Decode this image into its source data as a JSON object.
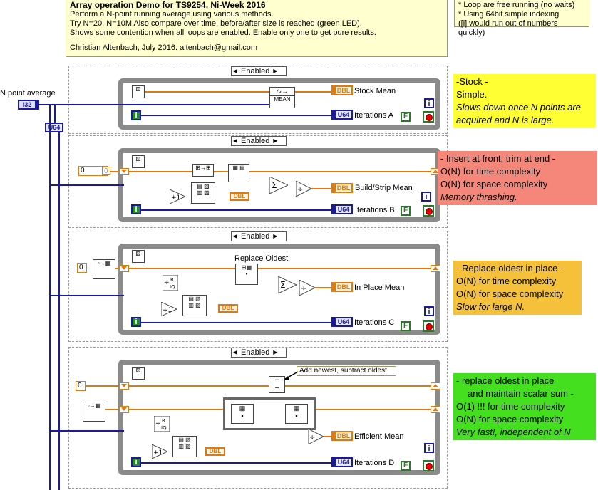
{
  "header_note": {
    "title": "Array operation Demo for TS9254, Ni-Week 2016",
    "lines": [
      "Perform a N-point running average using various methods.",
      "Try N=20, N=10M Also compare over time, before/after size is reached (green LED).",
      "Shows some contention when all loops are enabled. Enable only one to get pure results."
    ],
    "author": "Christian Altenbach, July 2016. altenbach@gmail.com"
  },
  "side_note": {
    "lines": [
      "* Loop are free running (no waits)",
      "* Using 64bit simple indexing",
      "([i] would run out of numbers quickly)"
    ]
  },
  "control": {
    "label": "N point average",
    "type_i32": "I32",
    "type_u64": "U64"
  },
  "cases": [
    {
      "selector": "Enabled",
      "mean_type": "DBL",
      "mean_label": "Stock Mean",
      "node_label": "MEAN",
      "iter_type": "U64",
      "iter_label": "Iterations A",
      "desc": {
        "title": "-Stock -",
        "line1": "Simple.",
        "italic1": "Slows down once N points are",
        "italic2": "acquired and N is large.",
        "color": "#ffff33"
      }
    },
    {
      "selector": "Enabled",
      "init_value": "0",
      "init_value2": "0",
      "mean_type": "DBL",
      "mean_label": "Build/Strip Mean",
      "to_dbl": "DBL",
      "inc": "+1",
      "iter_type": "U64",
      "iter_label": "Iterations B",
      "desc": {
        "title": "- Insert at front, trim at end -",
        "line1": "O(N) for time complexity",
        "line2": "O(N) for space complexity",
        "italic1": "Memory thrashing.",
        "color": "#f4877a"
      }
    },
    {
      "selector": "Enabled",
      "init_value": "0",
      "node_title": "Replace Oldest",
      "mean_type": "DBL",
      "mean_label": "In Place Mean",
      "to_dbl": "DBL",
      "inc": "+1",
      "iter_type": "U64",
      "iter_label": "Iterations C",
      "desc": {
        "title": "- Replace oldest in place -",
        "line1": "O(N) for time complexity",
        "line2": "O(N) for space complexity",
        "italic1": "Slow for large N.",
        "color": "#f5c03a"
      }
    },
    {
      "selector": "Enabled",
      "init_value": "0",
      "annotation": "Add newest, subtract oldest",
      "mean_type": "DBL",
      "mean_label": "Efficient Mean",
      "to_dbl": "DBL",
      "inc": "+1",
      "iter_type": "U64",
      "iter_label": "Iterations D",
      "desc": {
        "title": "- replace oldest in place",
        "title2": "and maintain scalar sum -",
        "line1": "O(1) !!! for time complexity",
        "line2": "O(N) for space complexity",
        "italic1": "Very fast!, independent of N",
        "color": "#44e020"
      }
    }
  ],
  "iter_glyph": "i",
  "stop_const": "F",
  "sum_glyph": "Σ",
  "div_glyph": "÷",
  "remainder": "R",
  "quotient": "IQ",
  "colors": {
    "orange_wire": "#e07a10",
    "blue_wire": "#1a1aa0",
    "loop_gray": "#8a8a8a",
    "note_bg": "#ffffd0"
  }
}
